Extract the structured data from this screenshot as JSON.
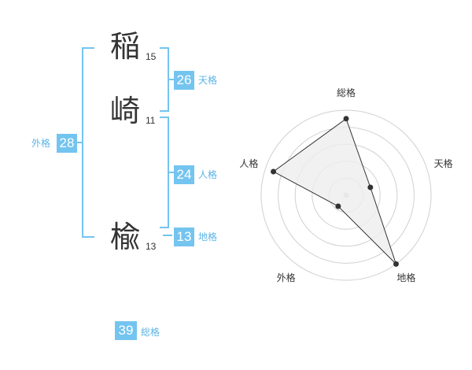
{
  "name_chars": [
    {
      "char": "稲",
      "strokes": "15"
    },
    {
      "char": "崎",
      "strokes": "11"
    },
    {
      "char": "楡",
      "strokes": "13"
    }
  ],
  "fortunes": {
    "tenkaku": {
      "value": "26",
      "label": "天格"
    },
    "jinkaku": {
      "value": "24",
      "label": "人格"
    },
    "chikaku": {
      "value": "13",
      "label": "地格"
    },
    "gaikaku": {
      "value": "28",
      "label": "外格"
    },
    "soukaku": {
      "value": "39",
      "label": "総格"
    }
  },
  "chart_data": {
    "type": "radar",
    "axes": [
      "総格",
      "天格",
      "地格",
      "外格",
      "人格"
    ],
    "rings": 5,
    "max": 5,
    "values": [
      4.5,
      1.5,
      5.0,
      0.8,
      4.5
    ],
    "fill_color": "#eeeeee",
    "line_color": "#333333"
  }
}
